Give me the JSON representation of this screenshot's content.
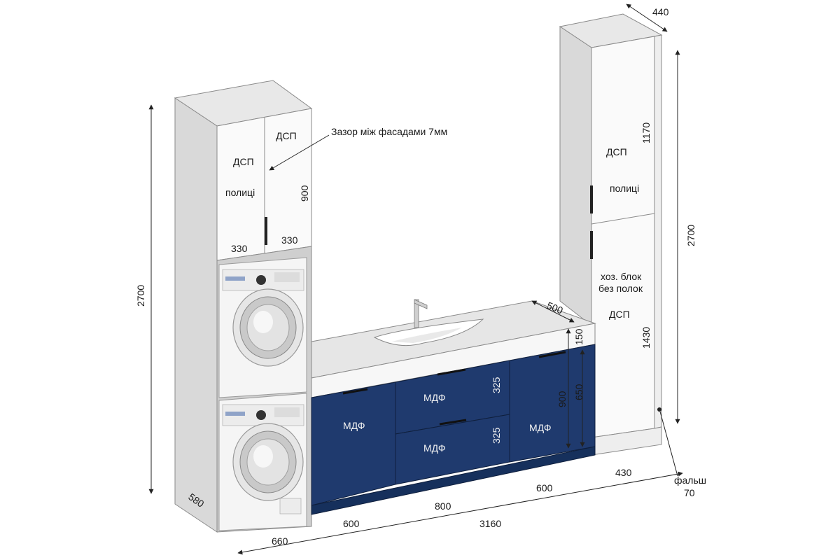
{
  "colors": {
    "panel_gray": "#d9d9d9",
    "panel_light": "#eeeeee",
    "facade_white": "#fafafa",
    "mdf_blue": "#1f3a6e",
    "mdf_blue_dark": "#16305c",
    "outline": "#8a8a8a",
    "handle": "#222222"
  },
  "annotations": {
    "gap_note": "Зазор між фасадами 7мм",
    "left_upper_left_material": "ДСП",
    "left_upper_right_material": "ДСП",
    "left_upper_shelves": "полиці",
    "left_upper_left_width": "330",
    "left_upper_right_width": "330",
    "left_upper_height": "900",
    "sink_depth": "500",
    "countertop_thickness": "150",
    "mdf_left": "МДФ",
    "mdf_top_drawer": "МДФ",
    "mdf_bottom_drawer": "МДФ",
    "mdf_right": "МДФ",
    "drawer_top_height": "325",
    "drawer_bottom_height": "325",
    "base_height": "900",
    "base_facade_height": "650",
    "right_top_material": "ДСП",
    "right_top_shelves": "полиці",
    "right_top_height": "1170",
    "right_block_line1": "хоз. блок",
    "right_block_line2": "без полок",
    "right_bottom_material": "ДСП",
    "right_bottom_height": "1430",
    "right_tower_depth": "440",
    "right_total_height": "2700",
    "left_total_height": "2700",
    "left_tower_depth": "580",
    "left_tower_width": "660",
    "seg_600_left": "600",
    "seg_800": "800",
    "seg_600_right": "600",
    "seg_430": "430",
    "total_width": "3160",
    "filler_label": "фальш",
    "filler_value": "70"
  }
}
